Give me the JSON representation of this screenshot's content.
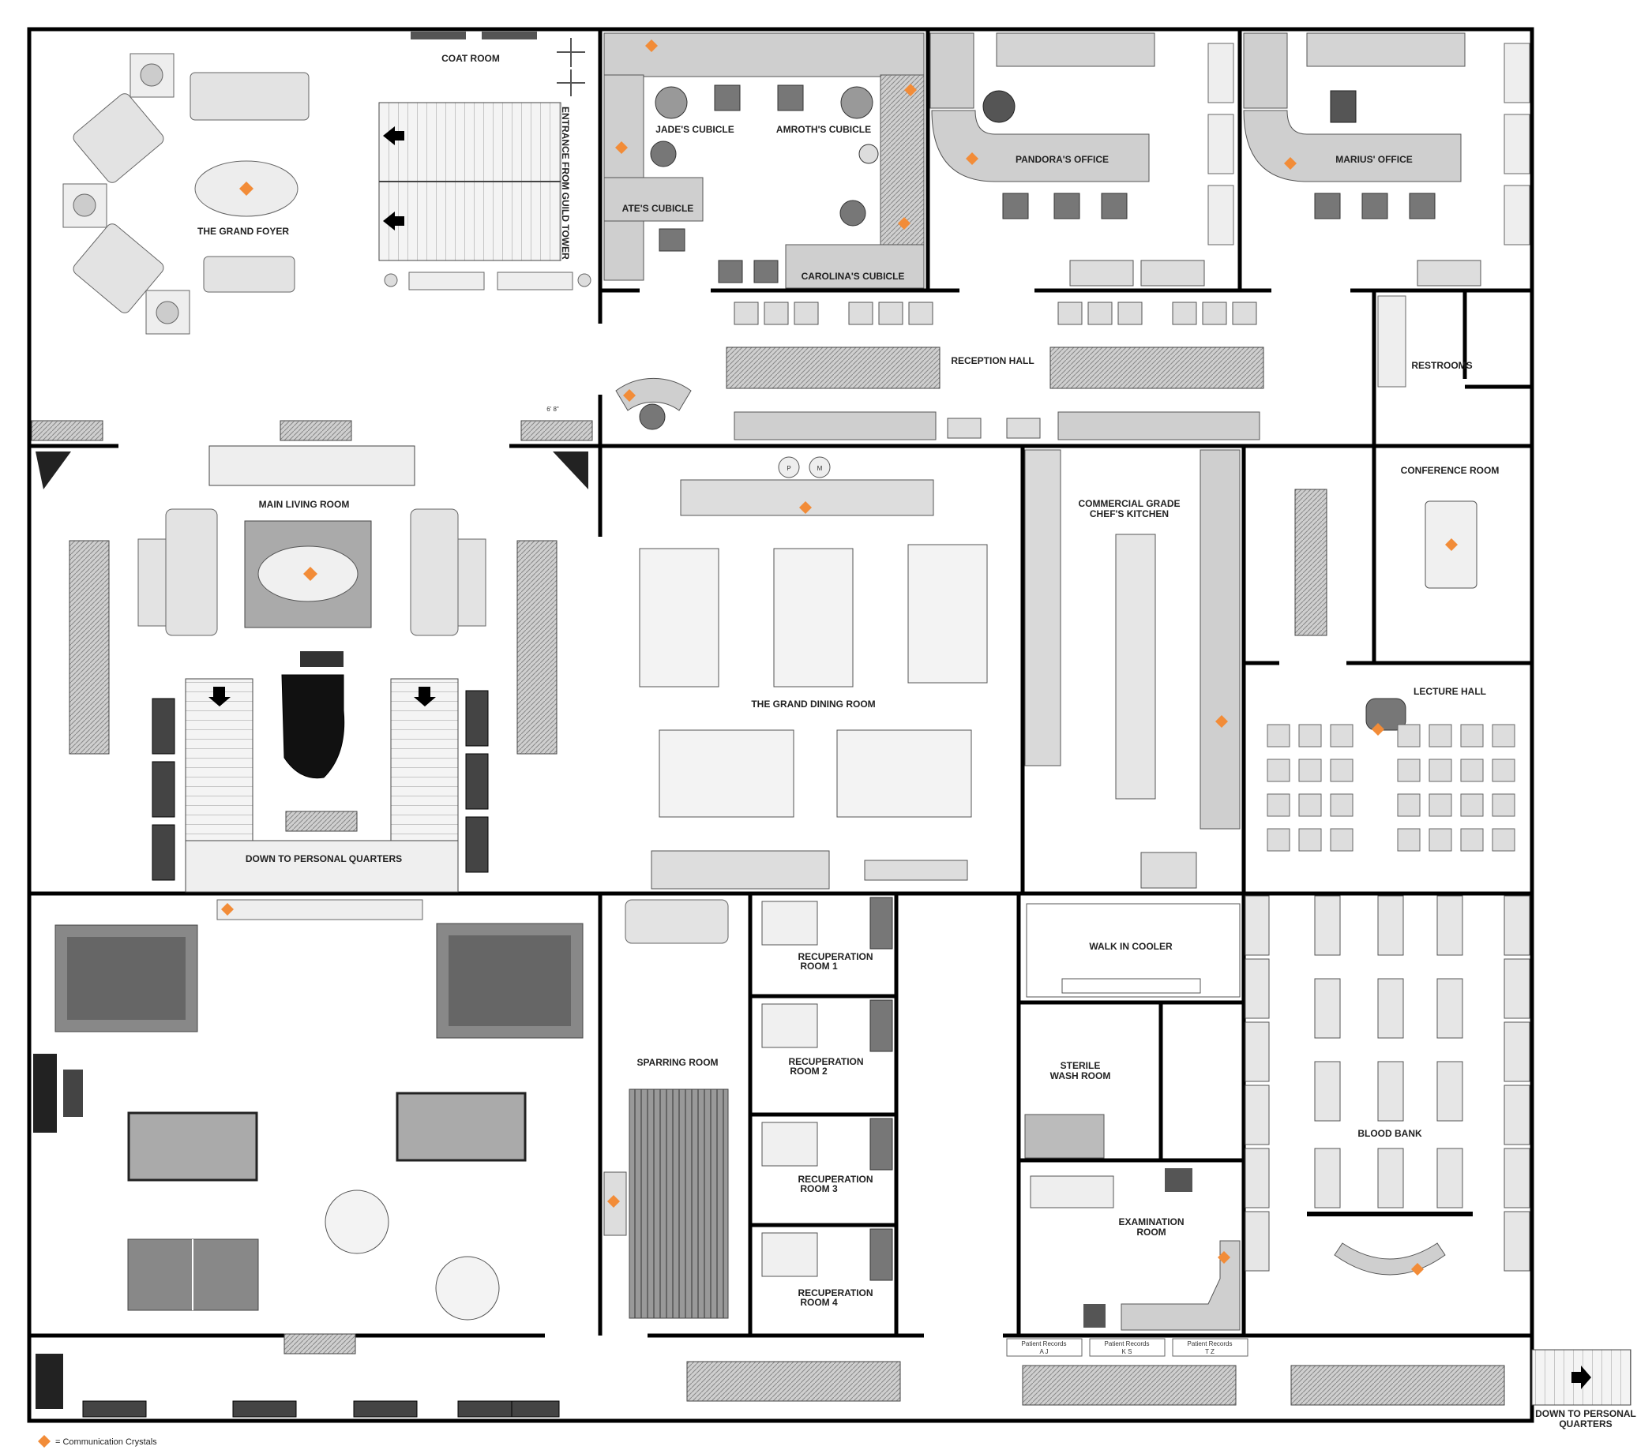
{
  "rooms": {
    "coat_room": "COAT ROOM",
    "entrance": "ENTRANCE FROM GUILD TOWER",
    "grand_foyer": "THE GRAND FOYER",
    "jades_cubicle": "JADE'S CUBICLE",
    "amroths_cubicle": "AMROTH'S CUBICLE",
    "ates_cubicle": "ATE'S CUBICLE",
    "carolinas_cubicle": "CAROLINA'S CUBICLE",
    "pandoras_office": "PANDORA'S OFFICE",
    "marius_office": "MARIUS' OFFICE",
    "reception_hall": "RECEPTION HALL",
    "restrooms": "RESTROOMS",
    "main_living_room": "MAIN LIVING ROOM",
    "down_personal_1": "DOWN TO PERSONAL QUARTERS",
    "grand_dining_room": "THE GRAND DINING ROOM",
    "kitchen_line1": "COMMERCIAL GRADE",
    "kitchen_line2": "CHEF'S KITCHEN",
    "conference_room": "CONFERENCE ROOM",
    "lecture_hall": "LECTURE HALL",
    "walk_in_cooler": "WALK IN COOLER",
    "sterile_line1": "STERILE",
    "sterile_line2": "WASH ROOM",
    "examination_line1": "EXAMINATION",
    "examination_line2": "ROOM",
    "sparring_room": "SPARRING ROOM",
    "blood_bank": "BLOOD BANK",
    "recup1_line1": "RECUPERATION",
    "recup1_line2": "ROOM 1",
    "recup2_line1": "RECUPERATION",
    "recup2_line2": "ROOM 2",
    "recup3_line1": "RECUPERATION",
    "recup3_line2": "ROOM 3",
    "recup4_line1": "RECUPERATION",
    "recup4_line2": "ROOM 4",
    "down_personal_2_line1": "DOWN TO PERSONAL",
    "down_personal_2_line2": "QUARTERS"
  },
  "small_labels": {
    "dimension": "6' 8\"",
    "records_1_title": "Patient Records",
    "records_1_range": "A        J",
    "records_2_title": "Patient Records",
    "records_2_range": "K        S",
    "records_3_title": "Patient Records",
    "records_3_range": "T        Z",
    "piano_p": "P",
    "piano_m": "M"
  },
  "legend": {
    "text": "= Communication Crystals",
    "marker_color": "#F28C38"
  },
  "colors": {
    "wall": "#000000",
    "furniture_fill": "#D9D9D9",
    "furniture_stroke": "#555555",
    "crystal": "#F28C38"
  },
  "icons": {
    "crystal": "orange-diamond",
    "arrow": "black-arrow",
    "plant": "potted-plant"
  }
}
